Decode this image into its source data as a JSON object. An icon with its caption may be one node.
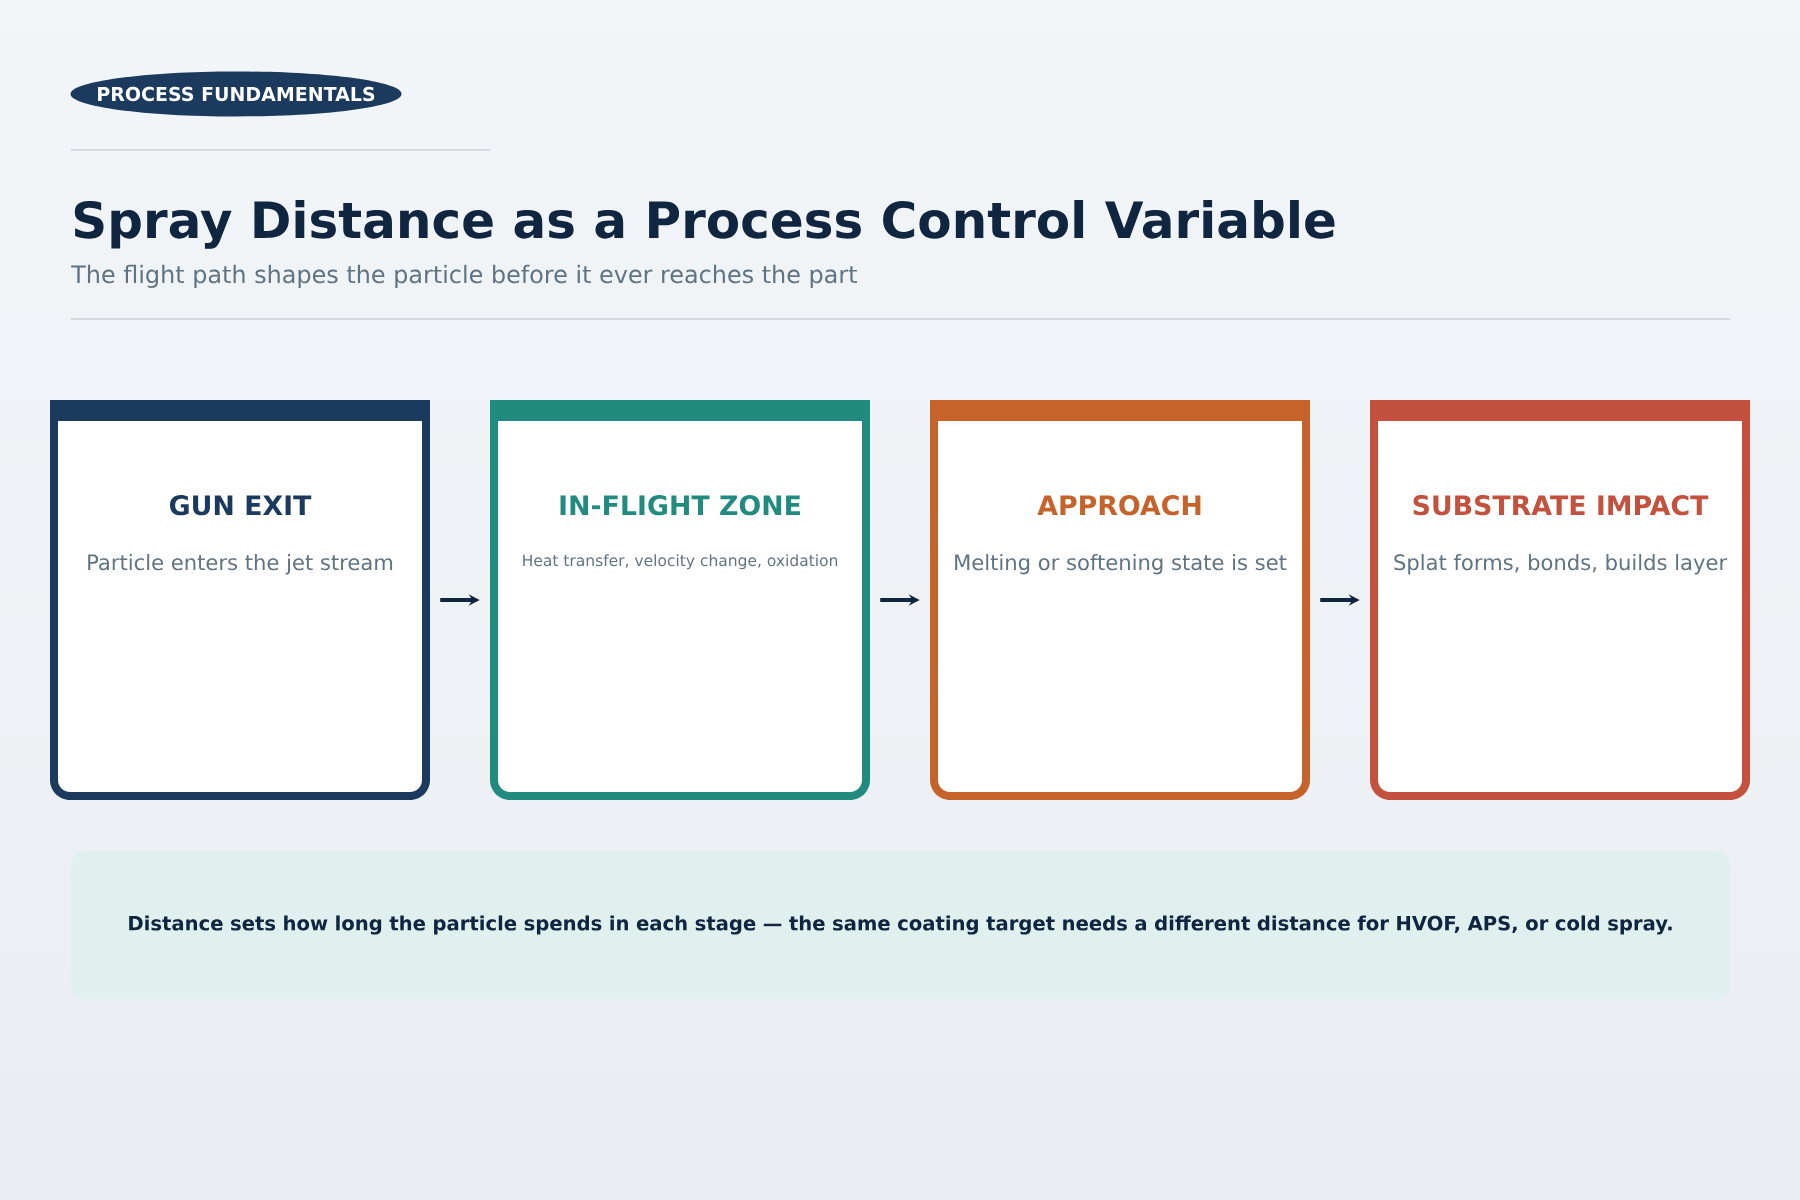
{
  "diagram": {
    "title": "Spray Distance as a Process Control Variable",
    "nodes": [
      {
        "text": [
          "PROCESS FUNDAMENTALS"
        ]
      },
      {
        "text": [
          "GUN EXIT",
          "Particle enters the jet stream"
        ]
      },
      {
        "text": [
          "IN-FLIGHT ZONE",
          "Heat transfer, velocity change, oxidation"
        ]
      },
      {
        "text": [
          "APPROACH",
          "Melting or softening state is set"
        ]
      },
      {
        "text": [
          "SUBSTRATE IMPACT",
          "Splat forms, bonds, builds layer"
        ]
      },
      {
        "text": [
          "Distance sets how long the particle spends in each stage — the same coating target needs a different distance for HVOF, APS, or cold spray."
        ]
      }
    ],
    "edges": [
      {
        "from": 1,
        "to": 2,
        "arrow": "to"
      },
      {
        "from": 2,
        "to": 3,
        "arrow": "to"
      },
      {
        "from": 3,
        "to": 4,
        "arrow": "to"
      }
    ],
    "labels": [
      "The flight path shapes the particle before it ever reaches the part"
    ]
  }
}
